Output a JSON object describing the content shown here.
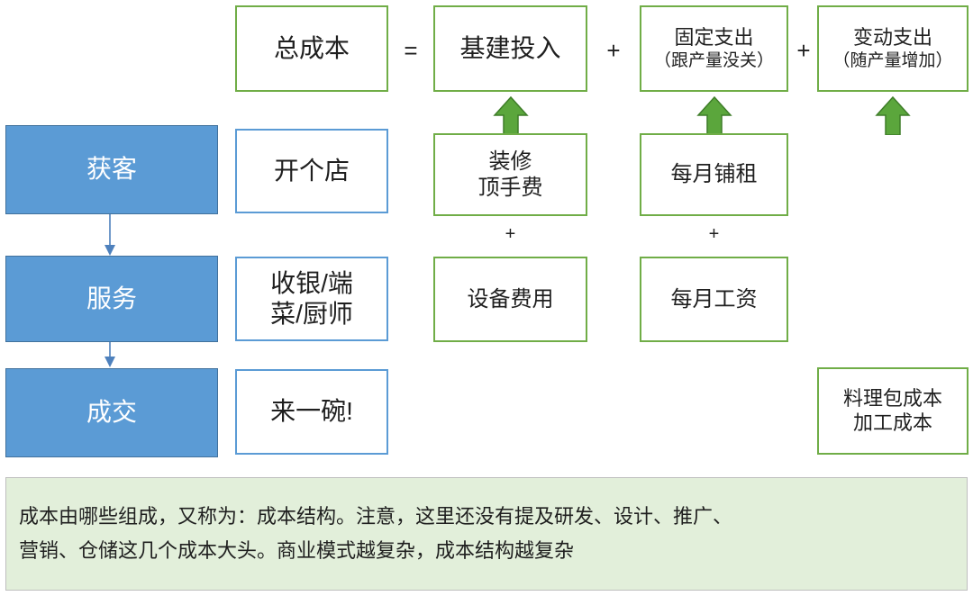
{
  "diagram": {
    "title_row": {
      "total_cost": "总成本",
      "equals": "=",
      "capex": "基建投入",
      "plus1": "+",
      "fixed_main": "固定支出",
      "fixed_sub": "（跟产量没关）",
      "plus2": "+",
      "variable_main": "变动支出",
      "variable_sub": "（随产量增加）"
    },
    "funnel": [
      {
        "stage": "获客",
        "example": "开个店"
      },
      {
        "stage": "服务",
        "example_line1": "收银/端",
        "example_line2": "菜/厨师"
      },
      {
        "stage": "成交",
        "example": "来一碗!"
      }
    ],
    "capex_column": {
      "item1_line1": "装修",
      "item1_line2": "顶手费",
      "plus": "+",
      "item2": "设备费用"
    },
    "fixed_column": {
      "item1": "每月铺租",
      "plus": "+",
      "item2": "每月工资"
    },
    "variable_column": {
      "item1_line1": "料理包成本",
      "item1_line2": "加工成本"
    },
    "caption": {
      "line1": "成本由哪些组成，又称为：成本结构。注意，这里还没有提及研发、设计、推广、",
      "line2": "营销、仓储这几个成本大头。商业模式越复杂，成本结构越复杂"
    },
    "colors": {
      "green_border": "#70AD47",
      "green_arrow": "#5BA63C",
      "blue_fill": "#5B9BD5",
      "blue_border": "#41719C",
      "caption_fill": "#E2EFDA",
      "caption_border": "#BFBFBF"
    }
  }
}
